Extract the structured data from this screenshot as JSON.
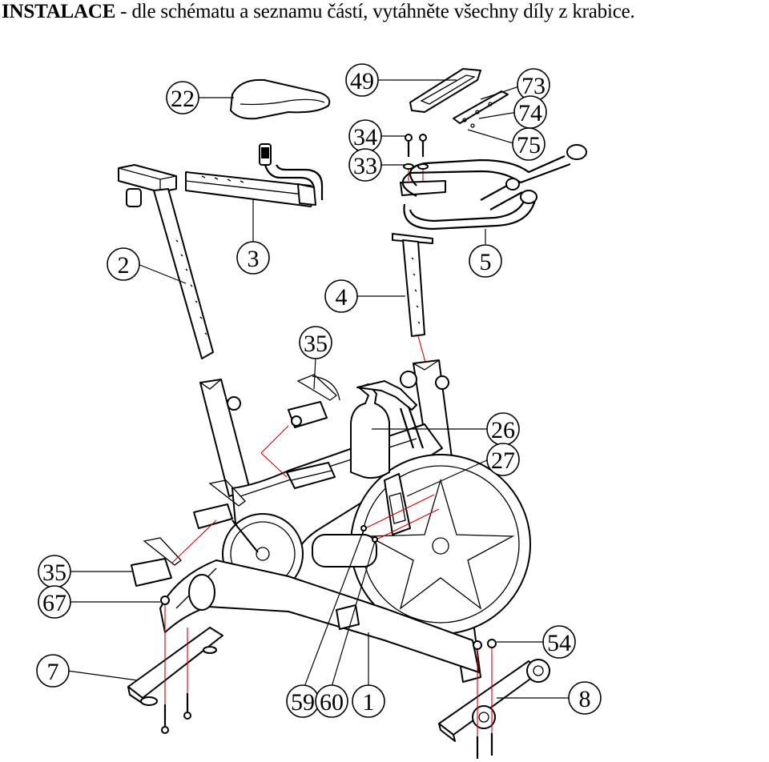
{
  "header": {
    "bold": "INSTALACE",
    "rest": " - dle schématu a seznamu částí, vytáhněte všechny díly z krabice."
  },
  "callouts": {
    "c22": "22",
    "c49": "49",
    "c73": "73",
    "c74": "74",
    "c75": "75",
    "c34": "34",
    "c33": "33",
    "c2": "2",
    "c3": "3",
    "c5": "5",
    "c4": "4",
    "c35a": "35",
    "c26": "26",
    "c27": "27",
    "c35b": "35",
    "c67": "67",
    "c7": "7",
    "c54": "54",
    "c8": "8",
    "c59": "59",
    "c60": "60",
    "c1": "1"
  },
  "colors": {
    "ink": "#000000",
    "guide": "#d40000",
    "paper": "#ffffff"
  }
}
